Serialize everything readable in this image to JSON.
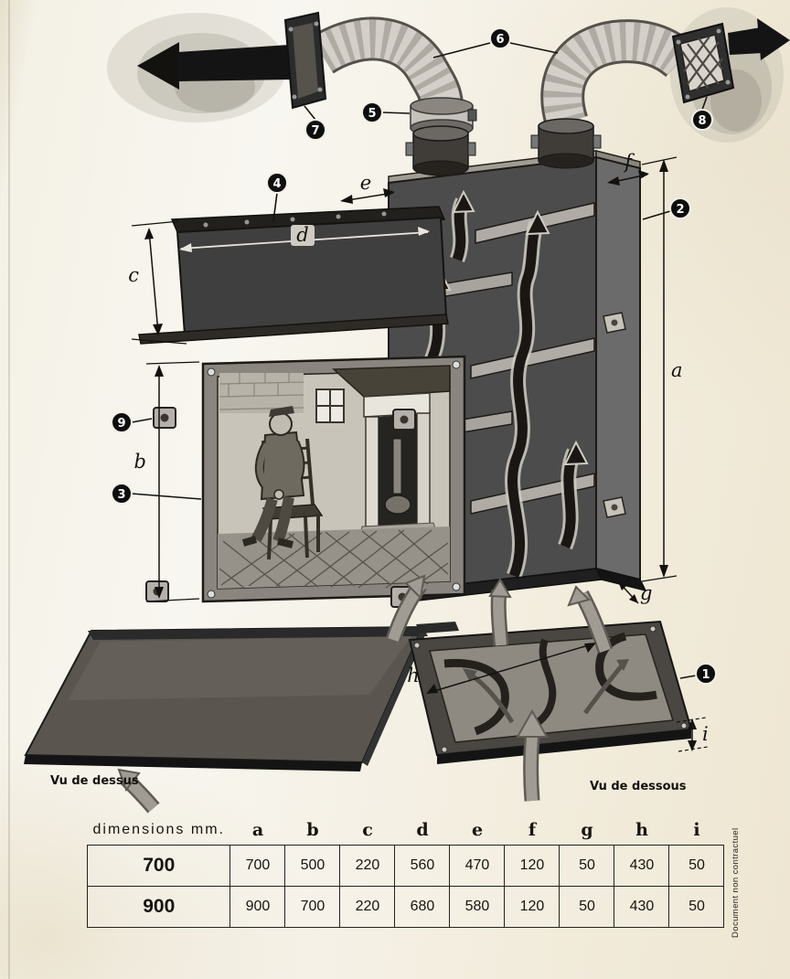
{
  "document": {
    "side_note": "Document non contractuel"
  },
  "views": {
    "top": "Vu de dessus",
    "bottom": "Vu de dessous"
  },
  "callouts": {
    "c1": "1",
    "c2": "2",
    "c3": "3",
    "c4": "4",
    "c5": "5",
    "c6": "6",
    "c7": "7",
    "c8": "8",
    "c9": "9"
  },
  "dims": {
    "a": "a",
    "b": "b",
    "c": "c",
    "d": "d",
    "e": "e",
    "f": "f",
    "g": "g",
    "h": "h",
    "i": "i"
  },
  "table": {
    "title": "dimensions mm.",
    "columns": [
      "a",
      "b",
      "c",
      "d",
      "e",
      "f",
      "g",
      "h",
      "i"
    ],
    "rows": [
      {
        "model": "700",
        "values": [
          "700",
          "500",
          "220",
          "560",
          "470",
          "120",
          "50",
          "430",
          "50"
        ]
      },
      {
        "model": "900",
        "values": [
          "900",
          "700",
          "220",
          "680",
          "580",
          "120",
          "50",
          "430",
          "50"
        ]
      }
    ]
  }
}
